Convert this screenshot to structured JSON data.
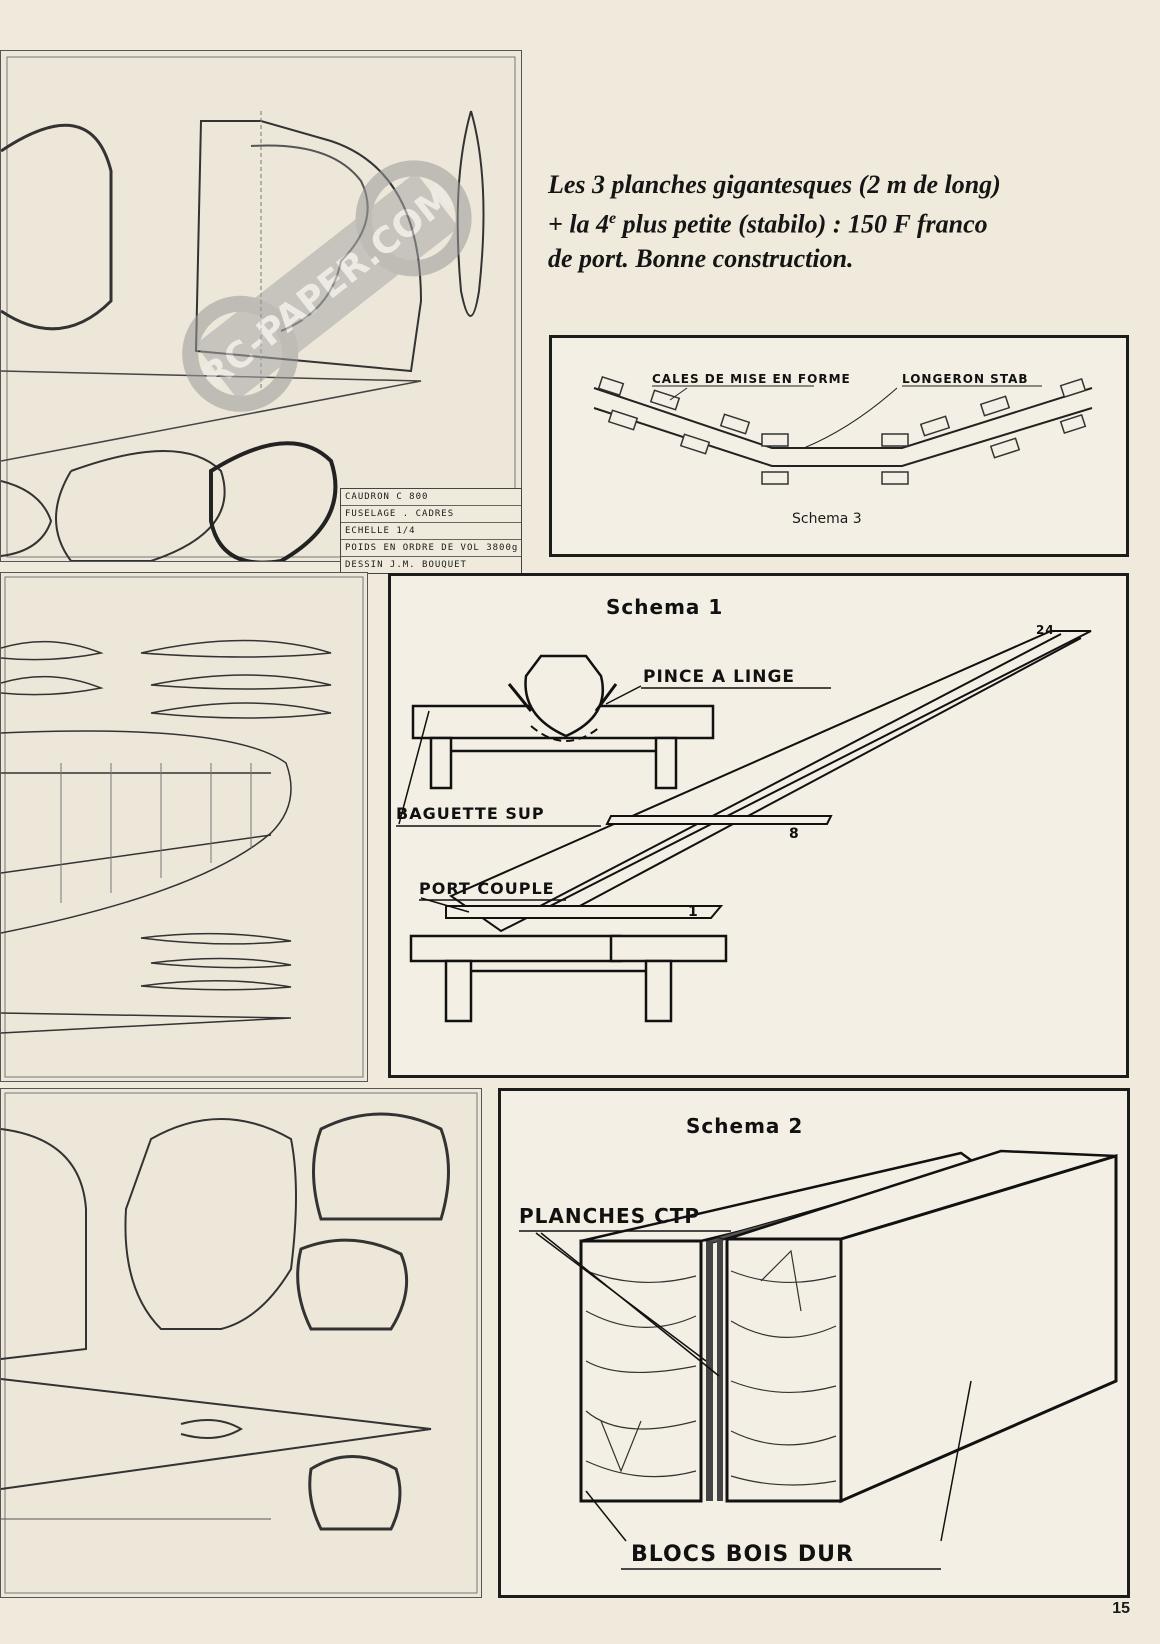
{
  "caption": {
    "line1": "Les 3 planches gigantesques (2 m de long)",
    "line2_pre": "+ la 4",
    "line2_sup": "e",
    "line2_post": " plus petite (stabilo) : 150 F franco",
    "line3": "de port. Bonne construction."
  },
  "plan_title_block": {
    "row1": "CAUDRON C 800",
    "row2": "FUSELAGE . CADRES",
    "row3": "ECHELLE 1/4",
    "row4": "POIDS EN ORDRE DE VOL  3800g",
    "row5": "DESSIN  J.M. BOUQUET"
  },
  "watermark": {
    "text": "RC-PAPER.COM"
  },
  "schema3": {
    "title": "Schema 3",
    "label_cales": "CALES DE MISE EN FORME",
    "label_longeron": "LONGERON STAB"
  },
  "schema1": {
    "title": "Schema 1",
    "label_pince": "PINCE A LINGE",
    "label_baguette": "BAGUETTE SUP",
    "label_port": "PORT COUPLE",
    "num1": "1",
    "num8": "8",
    "num24": "24"
  },
  "schema2": {
    "title": "Schema 2",
    "label_planches": "PLANCHES CTP",
    "label_blocs": "BLOCS BOIS DUR"
  },
  "page_number": "15"
}
